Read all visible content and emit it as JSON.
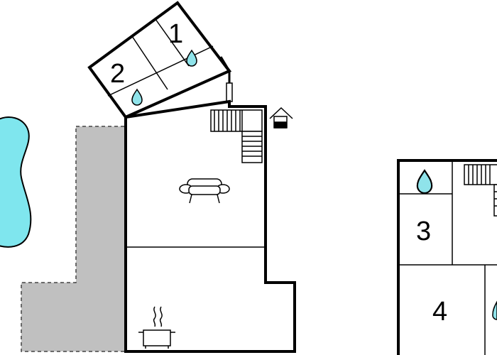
{
  "floorplan": {
    "rooms": [
      {
        "label": "1",
        "type": "bedroom"
      },
      {
        "label": "2",
        "type": "bedroom"
      },
      {
        "label": "3",
        "type": "bedroom"
      },
      {
        "label": "4",
        "type": "bedroom"
      }
    ],
    "icons": [
      "pool-icon",
      "terrace-area",
      "sofa-icon",
      "cooking-pot-icon",
      "fireplace-icon",
      "stairs-icon",
      "bathroom-drop-icon"
    ],
    "colors": {
      "wall": "#000000",
      "terrace": "#c0c0c0",
      "pool": "#7fe6ee",
      "water_drop": "#8fe3ea"
    }
  }
}
